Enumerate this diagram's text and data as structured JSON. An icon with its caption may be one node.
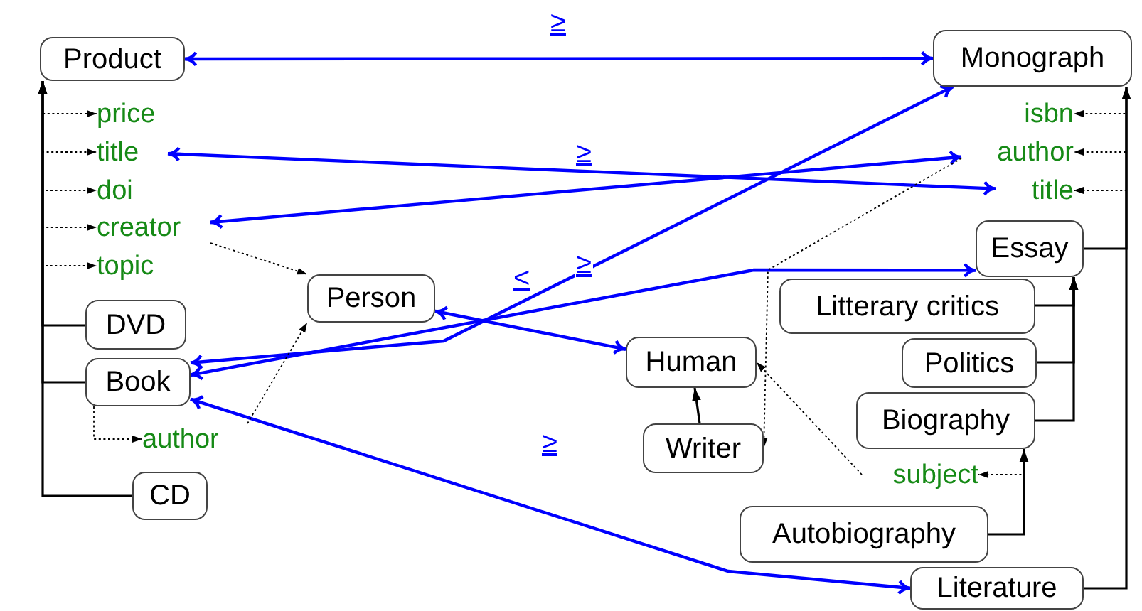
{
  "diagram": {
    "nodes": [
      {
        "text": [
          "Product"
        ]
      },
      {
        "text": [
          "price"
        ]
      },
      {
        "text": [
          "title"
        ]
      },
      {
        "text": [
          "doi"
        ]
      },
      {
        "text": [
          "creator"
        ]
      },
      {
        "text": [
          "topic"
        ]
      },
      {
        "text": [
          "DVD"
        ]
      },
      {
        "text": [
          "Book"
        ]
      },
      {
        "text": [
          "author"
        ]
      },
      {
        "text": [
          "CD"
        ]
      },
      {
        "text": [
          "Person"
        ]
      },
      {
        "text": [
          "Monograph"
        ]
      },
      {
        "text": [
          "isbn"
        ]
      },
      {
        "text": [
          "author"
        ]
      },
      {
        "text": [
          "title"
        ]
      },
      {
        "text": [
          "Essay"
        ]
      },
      {
        "text": [
          "Litterary critics"
        ]
      },
      {
        "text": [
          "Human"
        ]
      },
      {
        "text": [
          "Politics"
        ]
      },
      {
        "text": [
          "Biography"
        ]
      },
      {
        "text": [
          "Writer"
        ]
      },
      {
        "text": [
          "subject"
        ]
      },
      {
        "text": [
          "Autobiography"
        ]
      },
      {
        "text": [
          "Literature"
        ]
      }
    ],
    "edges": [
      {
        "from": 0,
        "to": 11,
        "arrow": "both",
        "label": "≥",
        "color": "#0000ff"
      },
      {
        "from": 2,
        "to": 14,
        "arrow": "both",
        "label": "≥",
        "color": "#0000ff"
      },
      {
        "from": 4,
        "to": 13,
        "arrow": "both",
        "color": "#0000ff"
      },
      {
        "from": 7,
        "to": 11,
        "arrow": "both",
        "color": "#0000ff"
      },
      {
        "from": 7,
        "to": 15,
        "arrow": "both",
        "label": "≥",
        "color": "#0000ff"
      },
      {
        "from": 10,
        "to": 17,
        "arrow": "both",
        "label": "<",
        "color": "#0000ff"
      },
      {
        "from": 7,
        "to": 23,
        "arrow": "both",
        "label": "≥",
        "color": "#0000ff"
      },
      {
        "from": 6,
        "to": 0,
        "arrow": "to"
      },
      {
        "from": 7,
        "to": 0,
        "arrow": "to"
      },
      {
        "from": 9,
        "to": 0,
        "arrow": "to"
      },
      {
        "from": 0,
        "to": 1,
        "arrow": "to",
        "style": "dashed"
      },
      {
        "from": 0,
        "to": 2,
        "arrow": "to",
        "style": "dashed"
      },
      {
        "from": 0,
        "to": 3,
        "arrow": "to",
        "style": "dashed"
      },
      {
        "from": 0,
        "to": 4,
        "arrow": "to",
        "style": "dashed"
      },
      {
        "from": 0,
        "to": 5,
        "arrow": "to",
        "style": "dashed"
      },
      {
        "from": 7,
        "to": 8,
        "arrow": "to",
        "style": "dashed"
      },
      {
        "from": 4,
        "to": 10,
        "arrow": "to",
        "style": "dashed"
      },
      {
        "from": 8,
        "to": 10,
        "arrow": "to",
        "style": "dashed"
      },
      {
        "from": 23,
        "to": 11,
        "arrow": "to"
      },
      {
        "from": 15,
        "to": 11,
        "arrow": "to"
      },
      {
        "from": 11,
        "to": 12,
        "arrow": "to",
        "style": "dashed"
      },
      {
        "from": 11,
        "to": 13,
        "arrow": "to",
        "style": "dashed"
      },
      {
        "from": 11,
        "to": 14,
        "arrow": "to",
        "style": "dashed"
      },
      {
        "from": 16,
        "to": 15,
        "arrow": "to"
      },
      {
        "from": 18,
        "to": 15,
        "arrow": "to"
      },
      {
        "from": 19,
        "to": 15,
        "arrow": "to"
      },
      {
        "from": 22,
        "to": 19,
        "arrow": "to"
      },
      {
        "from": 19,
        "to": 21,
        "arrow": "to",
        "style": "dashed"
      },
      {
        "from": 20,
        "to": 17,
        "arrow": "to"
      },
      {
        "from": 13,
        "to": 20,
        "arrow": "to",
        "style": "dashed"
      },
      {
        "from": 21,
        "to": 17,
        "arrow": "to",
        "style": "dashed"
      }
    ]
  }
}
